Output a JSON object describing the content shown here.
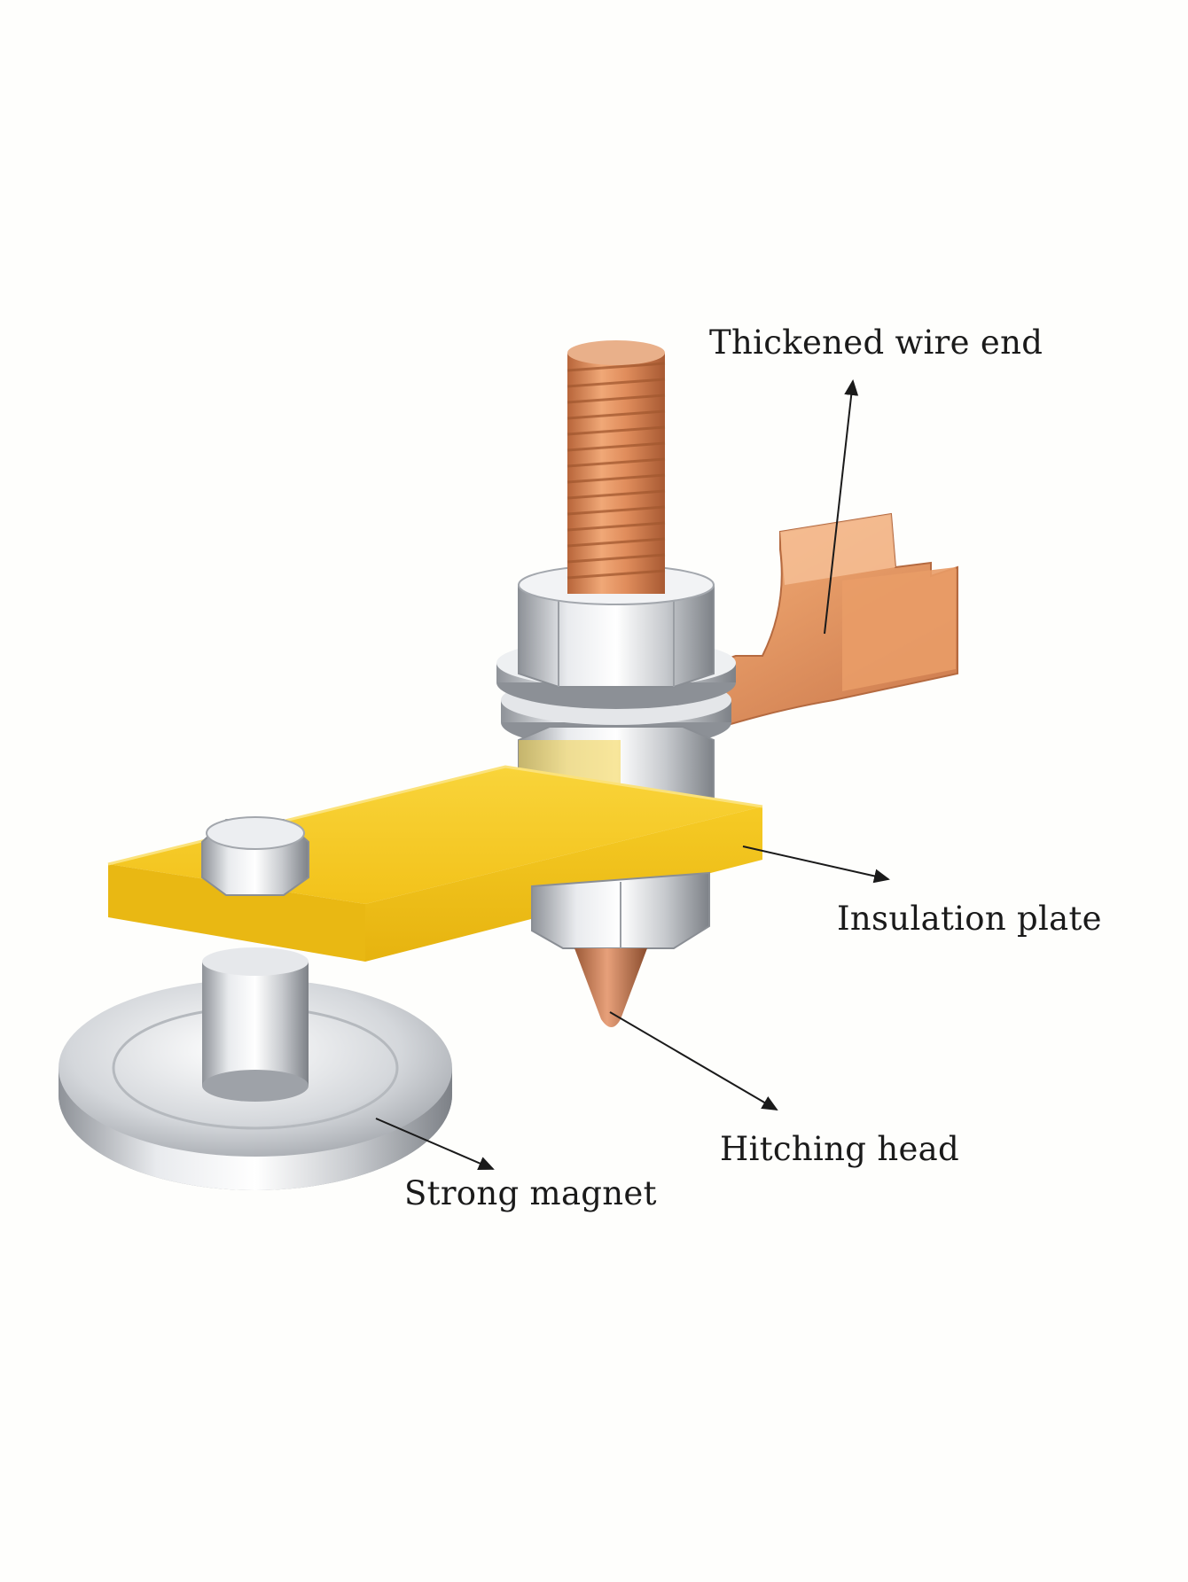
{
  "labels": {
    "wire_end": "Thickened wire end",
    "insulation_plate": "Insulation plate",
    "hitching_head": "Hitching head",
    "strong_magnet": "Strong magnet"
  },
  "colors": {
    "background": "#fefefc",
    "copper": "#d9895a",
    "plate_yellow": "#f5c518",
    "steel": "#c9ccd1",
    "label_text": "#1a1a1a"
  }
}
